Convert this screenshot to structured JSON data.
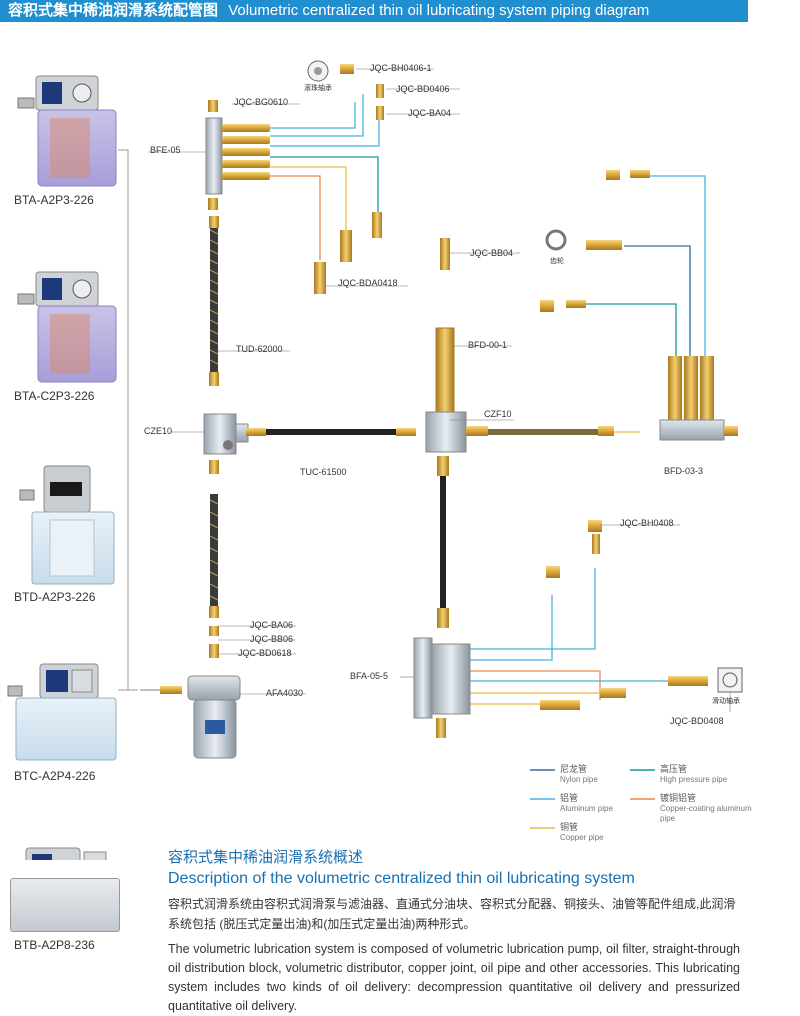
{
  "banner": {
    "title_cn": "容积式集中稀油润滑系统配管图",
    "title_en": "Volumetric centralized thin oil lubricating system piping diagram"
  },
  "products": [
    {
      "label": "BTA-A2P3-226"
    },
    {
      "label": "BTA-C2P3-226"
    },
    {
      "label": "BTD-A2P3-226"
    },
    {
      "label": "BTC-A2P4-226"
    },
    {
      "label": "BTB-A2P8-236"
    }
  ],
  "labels": {
    "bg0610": "JQC-BG0610",
    "bfe05": "BFE-05",
    "bh0406": "JQC-BH0406-1",
    "bd0406": "JQC-BD0406",
    "ba04": "JQC-BA04",
    "bearing_cn": "滚珠轴承",
    "bda0418": "JQC-BDA0418",
    "tud": "TUD-62000",
    "cze10": "CZE10",
    "tuc": "TUC-61500",
    "bb04": "JQC-BB04",
    "gear_cn": "齿轮",
    "bfd00": "BFD-00-1",
    "czf10": "CZF10",
    "bfd03": "BFD-03-3",
    "bh0408": "JQC-BH0408",
    "ba06": "JQC-BA06",
    "bb06": "JQC-BB06",
    "bd0618": "JQC-BD0618",
    "afa": "AFA4030",
    "bfa": "BFA-05-5",
    "slide_cn": "滑动轴承",
    "bd0408": "JQC-BD0408"
  },
  "legend": [
    {
      "cn": "尼龙管",
      "en": "Nylon pipe",
      "color": "#2a6fa8"
    },
    {
      "cn": "高压管",
      "en": "High pressure pipe",
      "color": "#1a9a9a"
    },
    {
      "cn": "铝管",
      "en": "Aluminum pipe",
      "color": "#4ab0e0"
    },
    {
      "cn": "镀铜铝管",
      "en": "Copper-coating aluminum pipe",
      "color": "#e8884a"
    },
    {
      "cn": "铜管",
      "en": "Copper pipe",
      "color": "#e8b84a"
    }
  ],
  "description": {
    "title_cn": "容积式集中稀油润滑系统概述",
    "title_en": "Description of the volumetric centralized thin oil lubricating system",
    "body_cn": "容积式润滑系统由容积式润滑泵与滤油器、直通式分油块、容积式分配器、铜接头、油管等配件组成,此润滑系统包括 (脱压式定量出油)和(加压式定量出油)两种形式。",
    "body_en": "The volumetric lubrication system is composed of volumetric lubrication pump, oil filter, straight-through oil distribution block, volumetric distributor, copper joint, oil pipe and other accessories. This lubricating system includes two kinds of oil delivery: decompression quantitative oil delivery and pressurized quantitative oil delivery."
  }
}
